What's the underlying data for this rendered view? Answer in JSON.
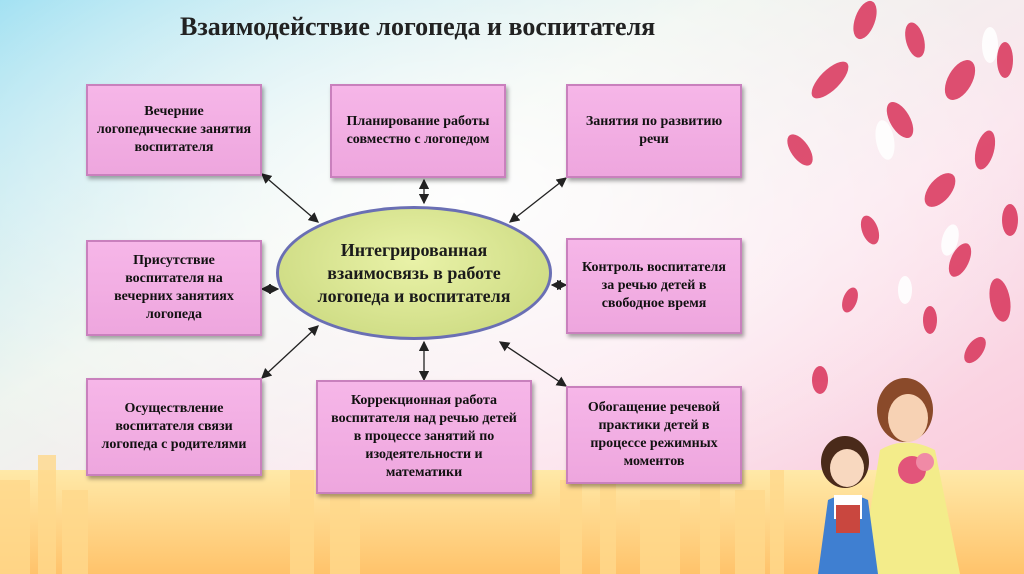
{
  "title": "Взаимодействие логопеда и воспитателя",
  "center": "Интегрированная взаимосвязь в работе логопеда и воспитателя",
  "boxes": {
    "top_left": "Вечерние логопедические занятия воспитателя",
    "top_center": "Планирование работы совместно  с логопедом",
    "top_right": "Занятия по развитию речи",
    "mid_left": "Присутствие воспитателя на вечерних занятиях логопеда",
    "mid_right": "Контроль воспитателя за речью детей в свободное время",
    "bottom_left": "Осуществление воспитателя связи логопеда с родителями",
    "bottom_center": "Коррекционная работа воспитателя над речью детей в процессе занятий по изодеятельности и математики",
    "bottom_right": "Обогащение речевой практики детей в процессе режимных моментов"
  },
  "colors": {
    "box_fill": "#f2aee4",
    "ellipse_fill": "#d8e48e",
    "ellipse_border": "#6a6fb4"
  }
}
